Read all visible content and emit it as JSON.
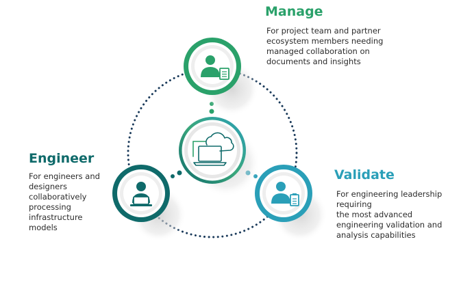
{
  "colors": {
    "manage": "#2aa16a",
    "engineer": "#0f6a6a",
    "validate": "#2a9fb8",
    "hub": "#3aa77c",
    "dots": "#1a3a5a"
  },
  "icons": {
    "manage": "person-document-icon",
    "engineer": "person-laptop-icon",
    "validate": "person-clipboard-icon",
    "hub": "cloud-laptop-icon"
  },
  "manage": {
    "title": "Manage",
    "lines": [
      "For project team and partner",
      "ecosystem members needing",
      "managed collaboration on",
      "documents and insights"
    ]
  },
  "engineer": {
    "title": "Engineer",
    "lines": [
      "For engineers and",
      "designers",
      "collaboratively",
      "processing",
      "infrastructure",
      "models"
    ]
  },
  "validate": {
    "title": "Validate",
    "lines": [
      "For engineering leadership",
      "requiring",
      "the most advanced",
      "engineering validation and",
      "analysis capabilities"
    ]
  }
}
